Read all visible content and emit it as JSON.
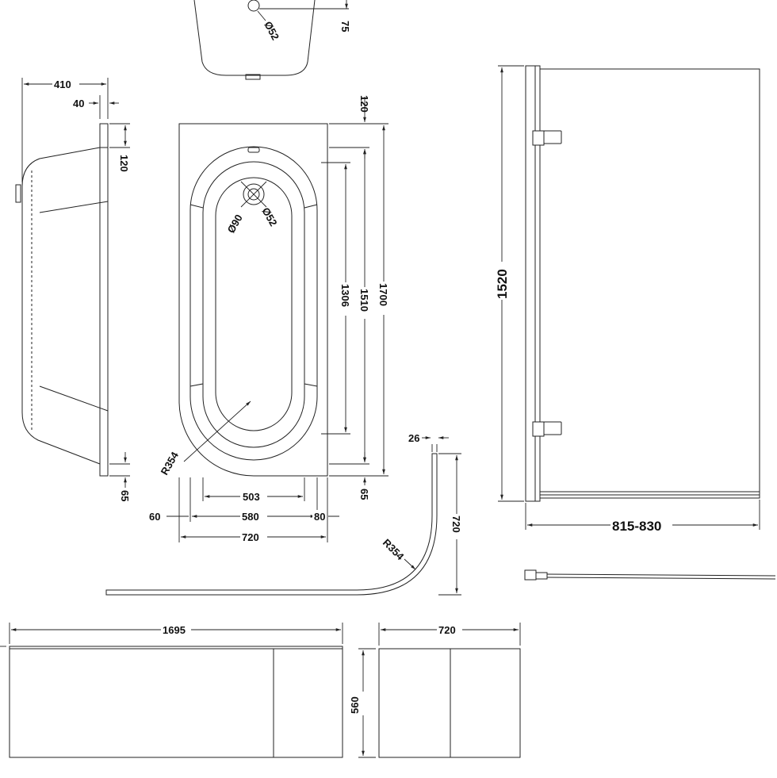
{
  "labels": {
    "d_top_52": "Ø52",
    "d_top_75": "75",
    "d_410": "410",
    "d_40": "40",
    "d_side_120": "120",
    "d_side_65": "65",
    "d_plan_120": "120",
    "d_1700": "1700",
    "d_1510": "1510",
    "d_1306": "1306",
    "d_90": "Ø90",
    "d_52": "Ø52",
    "d_r354": "R354",
    "d_plan_65": "65",
    "d_503": "503",
    "d_60": "60",
    "d_580": "580",
    "d_80": "80",
    "d_720": "720",
    "d_1520": "1520",
    "d_815_830": "815-830",
    "d_26": "26",
    "d_curve_720": "720",
    "d_curve_r354": "R354",
    "d_1695": "1695",
    "d_end_720": "720",
    "d_560": "560"
  }
}
